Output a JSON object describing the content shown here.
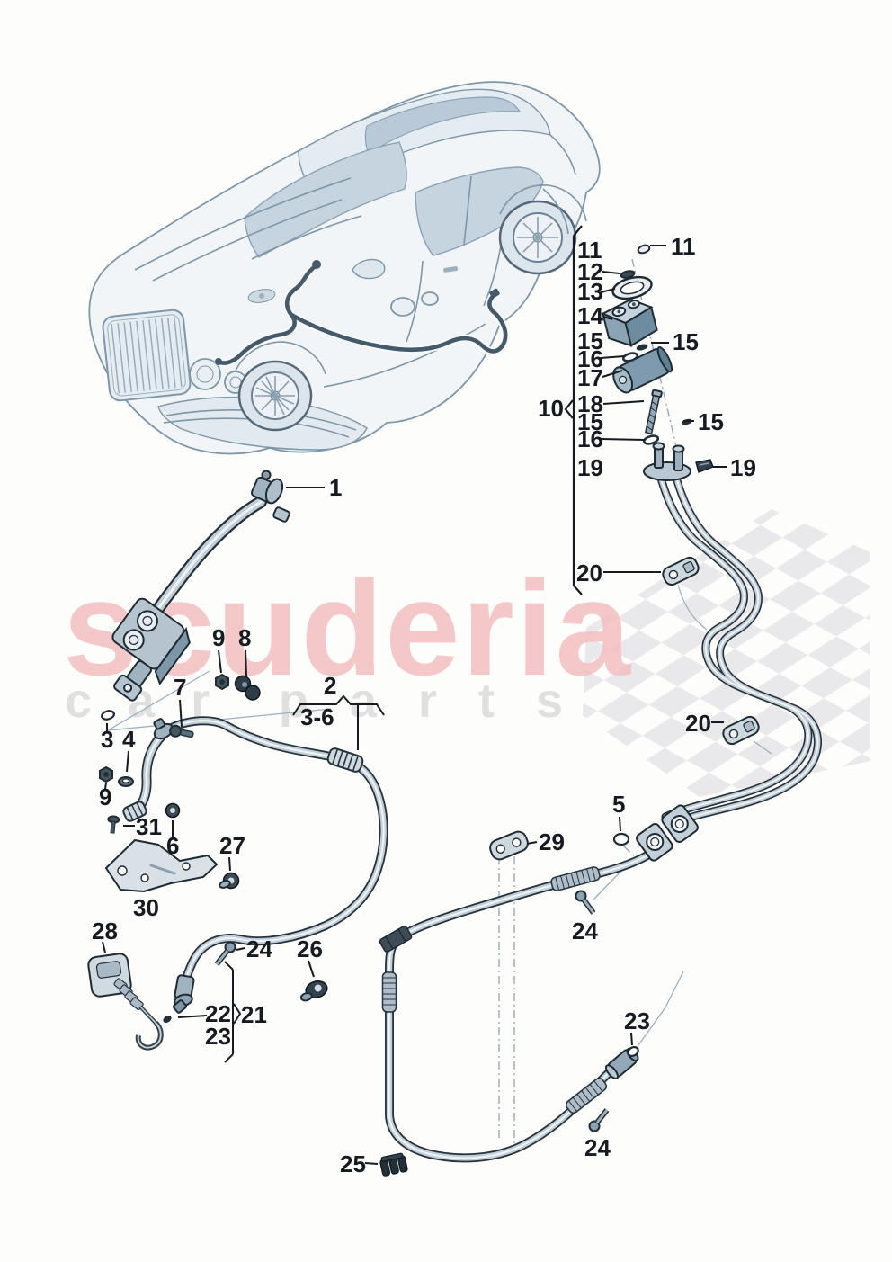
{
  "watermark": {
    "brand": "scuderia",
    "car": "car",
    "parts": "parts",
    "brand_color": "#f3bcbc",
    "sub_color": "#dadada"
  },
  "illustration": {
    "vehicle": "bentley-flying-spur-front-three-quarter-sketch",
    "highlight_color": "#44596a",
    "sketch_color": "#7d96a8"
  },
  "callouts": {
    "c1": "1",
    "c2": "2",
    "crange": "3-6",
    "c3": "3",
    "c4": "4",
    "c5": "5",
    "c6": "6",
    "c7": "7",
    "c8": "8",
    "c9": "9",
    "c10": "10",
    "c11": "11",
    "c12": "12",
    "c13": "13",
    "c14": "14",
    "c15": "15",
    "c16": "16",
    "c17": "17",
    "c18": "18",
    "c19": "19",
    "c20": "20",
    "c21": "21",
    "c22": "22",
    "c23": "23",
    "c24": "24",
    "c25": "25",
    "c26": "26",
    "c27": "27",
    "c28": "28",
    "c29": "29",
    "c30": "30",
    "c31": "31"
  }
}
